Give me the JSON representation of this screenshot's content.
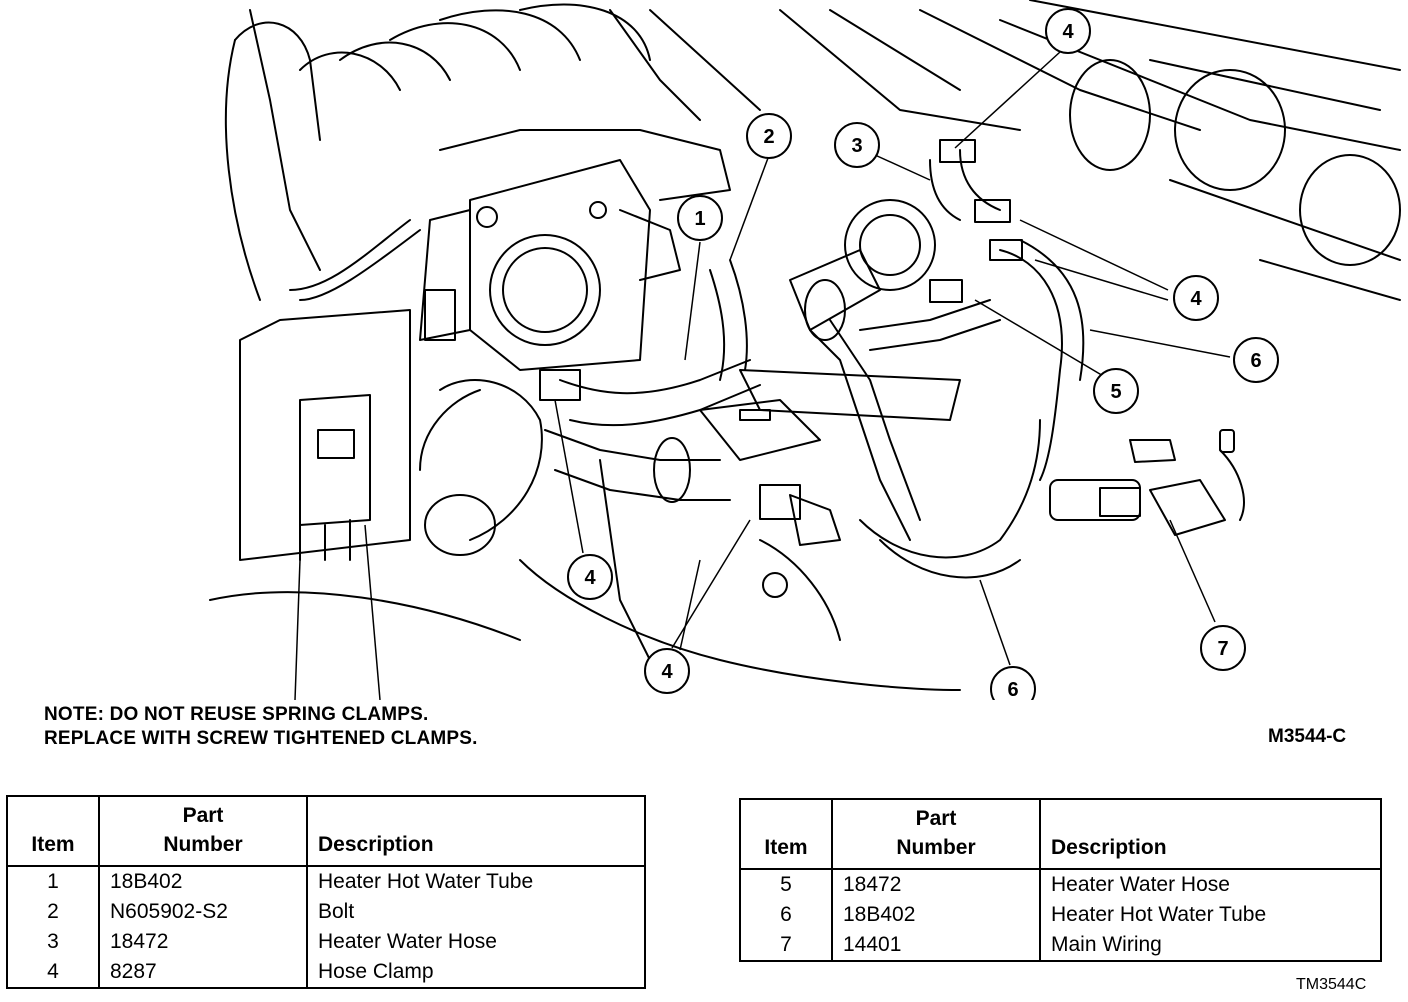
{
  "note": {
    "line1": "NOTE: DO NOT REUSE SPRING CLAMPS.",
    "line2": "REPLACE WITH SCREW TIGHTENED CLAMPS."
  },
  "figure_id": "M3544-C",
  "doc_id": "TM3544C",
  "callouts": [
    "1",
    "2",
    "3",
    "4",
    "4",
    "4",
    "4",
    "5",
    "6",
    "6",
    "7"
  ],
  "table_headers": {
    "item": "Item",
    "part_line1": "Part",
    "part_line2": "Number",
    "description": "Description"
  },
  "table_left": [
    {
      "item": "1",
      "part": "18B402",
      "desc": "Heater Hot Water Tube"
    },
    {
      "item": "2",
      "part": "N605902-S2",
      "desc": "Bolt"
    },
    {
      "item": "3",
      "part": "18472",
      "desc": "Heater Water Hose"
    },
    {
      "item": "4",
      "part": "8287",
      "desc": "Hose Clamp"
    }
  ],
  "table_right": [
    {
      "item": "5",
      "part": "18472",
      "desc": "Heater Water Hose"
    },
    {
      "item": "6",
      "part": "18B402",
      "desc": "Heater Hot Water Tube"
    },
    {
      "item": "7",
      "part": "14401",
      "desc": "Main Wiring"
    }
  ]
}
